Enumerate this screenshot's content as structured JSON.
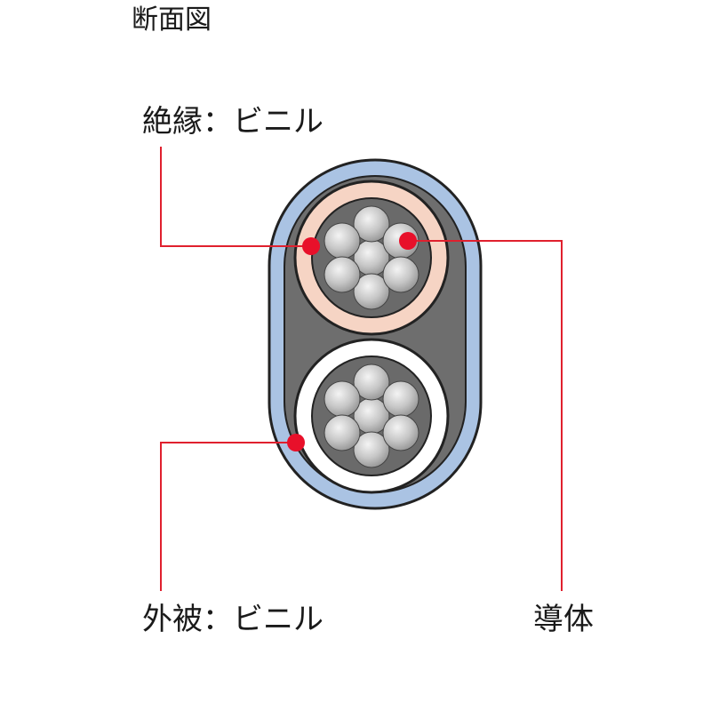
{
  "title": "断面図",
  "labels": {
    "insulation": "絶縁：ビニル",
    "sheath": "外被：ビニル",
    "conductor": "導体"
  },
  "colors": {
    "sheath": "#aac3e3",
    "filler": "#6e6e6e",
    "insulation_top": "#f6d4c4",
    "insulation_bottom": "#ffffff",
    "strand": "#bfbfbf",
    "leader_line": "#e0202e",
    "marker": "#e8102a",
    "outline": "#222222"
  }
}
